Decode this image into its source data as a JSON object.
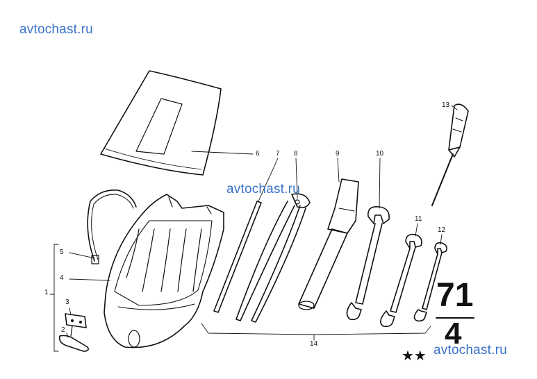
{
  "watermarks": [
    "avtochast.ru",
    "avtochast.ru",
    "avtochast.ru"
  ],
  "callouts": [
    "1",
    "2",
    "3",
    "4",
    "5",
    "6",
    "7",
    "8",
    "9",
    "10",
    "11",
    "12",
    "13",
    "14"
  ],
  "group": {
    "main": "71",
    "sub": "4"
  },
  "stars": "★★",
  "colors": {
    "ink": "#111111",
    "watermark": "#3a73c9"
  },
  "icons": [
    "tool-bag-icon",
    "bag-flap-icon",
    "strap-icon",
    "bracket-icon",
    "clip-icon",
    "tyre-lever-icon",
    "pliers-icon",
    "spark-plug-wrench-icon",
    "open-end-wrench-icon",
    "screwdriver-icon"
  ]
}
